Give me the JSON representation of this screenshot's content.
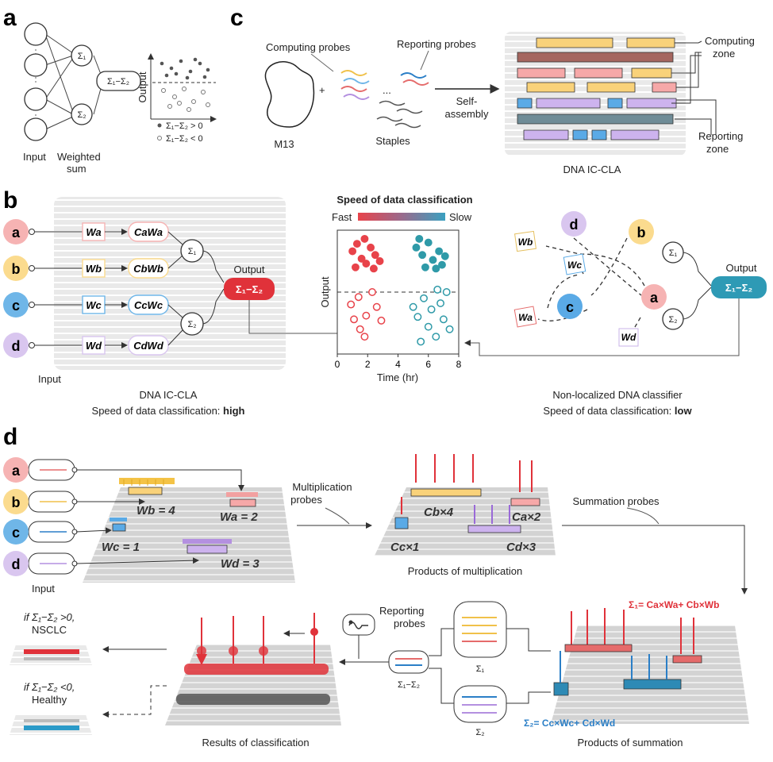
{
  "panels": {
    "a": "a",
    "b": "b",
    "c": "c",
    "d": "d"
  },
  "panel_a": {
    "input_label": "Input",
    "weighted_label_1": "Weighted",
    "weighted_label_2": "sum",
    "sigma1": "Σ₁",
    "sigma2": "Σ₂",
    "diff": "Σ₁−Σ₂",
    "output_axis": "Output",
    "legend_pos": "Σ₁−Σ₂ > 0",
    "legend_neg": "Σ₁−Σ₂ < 0"
  },
  "panel_c": {
    "computing_probes": "Computing probes",
    "reporting_probes": "Reporting probes",
    "plus": "+",
    "m13": "M13",
    "staples": "Staples",
    "dots": "...",
    "self_1": "Self-",
    "self_2": "assembly",
    "computing_zone_1": "Computing",
    "computing_zone_2": "zone",
    "reporting_zone_1": "Reporting",
    "reporting_zone_2": "zone",
    "caption": "DNA IC-CLA"
  },
  "panel_b": {
    "inputs": [
      {
        "letter": "a",
        "weight": "Wa",
        "product": "CaWa",
        "color": "#f6b3b3"
      },
      {
        "letter": "b",
        "weight": "Wb",
        "product": "CbWb",
        "color": "#fbdb8e"
      },
      {
        "letter": "c",
        "weight": "Wc",
        "product": "CcWc",
        "color": "#6fb6e8"
      },
      {
        "letter": "d",
        "weight": "Wd",
        "product": "CdWd",
        "color": "#d9c6ef"
      }
    ],
    "input_label": "Input",
    "sigma1": "Σ₁",
    "sigma2": "Σ₂",
    "output_label": "Output",
    "diff": "Σ₁−Σ₂",
    "left_caption_1": "DNA IC-CLA",
    "left_caption_2": "Speed of data classification: ",
    "left_caption_bold": "high",
    "speed_title": "Speed of data classification",
    "fast": "Fast",
    "slow": "Slow",
    "y_label": "Output",
    "x_label": "Time (hr)",
    "x_ticks": [
      "0",
      "2",
      "4",
      "6",
      "8"
    ],
    "right_caption_1": "Non-localized DNA classifier",
    "right_caption_2": "Speed of data classification: ",
    "right_caption_bold": "low",
    "right_weights": {
      "wb": "Wb",
      "wc": "Wc",
      "wa": "Wa",
      "wd": "Wd"
    },
    "right_output_label": "Output",
    "right_diff": "Σ₁−Σ₂"
  },
  "chart_data": {
    "type": "scatter",
    "xlabel": "Time (hr)",
    "ylabel": "Output",
    "xlim": [
      0,
      8
    ],
    "x_ticks": [
      "0",
      "2",
      "4",
      "6",
      "8"
    ],
    "series": [
      {
        "name": "Fast, Σ₁−Σ₂ > 0",
        "color": "#e8434a",
        "filled": true,
        "points": [
          [
            1.0,
            0.83
          ],
          [
            1.3,
            0.89
          ],
          [
            1.6,
            0.77
          ],
          [
            1.9,
            0.73
          ],
          [
            2.2,
            0.86
          ],
          [
            2.5,
            0.8
          ],
          [
            1.2,
            0.7
          ],
          [
            2.8,
            0.75
          ],
          [
            1.8,
            0.93
          ],
          [
            2.4,
            0.69
          ]
        ]
      },
      {
        "name": "Fast, Σ₁−Σ₂ < 0",
        "color": "#e8434a",
        "filled": false,
        "points": [
          [
            0.9,
            0.4
          ],
          [
            1.4,
            0.46
          ],
          [
            1.9,
            0.31
          ],
          [
            2.3,
            0.5
          ],
          [
            1.5,
            0.2
          ],
          [
            2.6,
            0.38
          ],
          [
            1.8,
            0.14
          ],
          [
            2.9,
            0.27
          ],
          [
            1.1,
            0.28
          ]
        ]
      },
      {
        "name": "Slow, Σ₁−Σ₂ > 0",
        "color": "#2f9aa8",
        "filled": true,
        "points": [
          [
            5.2,
            0.86
          ],
          [
            5.6,
            0.8
          ],
          [
            6.0,
            0.9
          ],
          [
            6.3,
            0.76
          ],
          [
            6.7,
            0.83
          ],
          [
            5.8,
            0.7
          ],
          [
            6.9,
            0.72
          ],
          [
            5.4,
            0.93
          ],
          [
            6.5,
            0.69
          ],
          [
            7.1,
            0.79
          ]
        ]
      },
      {
        "name": "Slow, Σ₁−Σ₂ < 0",
        "color": "#2f9aa8",
        "filled": false,
        "points": [
          [
            5.0,
            0.38
          ],
          [
            5.3,
            0.3
          ],
          [
            5.7,
            0.45
          ],
          [
            6.0,
            0.22
          ],
          [
            6.2,
            0.36
          ],
          [
            6.5,
            0.14
          ],
          [
            6.8,
            0.41
          ],
          [
            7.0,
            0.28
          ],
          [
            7.2,
            0.5
          ],
          [
            5.5,
            0.1
          ],
          [
            6.6,
            0.52
          ],
          [
            7.4,
            0.2
          ]
        ]
      }
    ]
  },
  "panel_d": {
    "inputs": [
      "a",
      "b",
      "c",
      "d"
    ],
    "input_label": "Input",
    "weights": [
      "Wb = 4",
      "Wa = 2",
      "Wc = 1",
      "Wd = 3"
    ],
    "multiplication_probes_1": "Multiplication",
    "multiplication_probes_2": "probes",
    "products": [
      "Cb×4",
      "Ca×2",
      "Cc×1",
      "Cd×3"
    ],
    "products_caption": "Products of multiplication",
    "summation_probes": "Summation probes",
    "sum1_eq": "Σ₁= Ca×Wa+ Cb×Wb",
    "sum2_eq": "Σ₂= Cc×Wc+ Cd×Wd",
    "summation_caption": "Products of summation",
    "reporting_probes_1": "Reporting",
    "reporting_probes_2": "probes",
    "sigma1": "Σ₁",
    "sigma2": "Σ₂",
    "diff": "Σ₁−Σ₂",
    "if_pos_1": "if Σ₁−Σ₂ >0,",
    "if_pos_2": "NSCLC",
    "if_neg_1": "if Σ₁−Σ₂ <0,",
    "if_neg_2": "Healthy",
    "results_caption": "Results of classification"
  }
}
